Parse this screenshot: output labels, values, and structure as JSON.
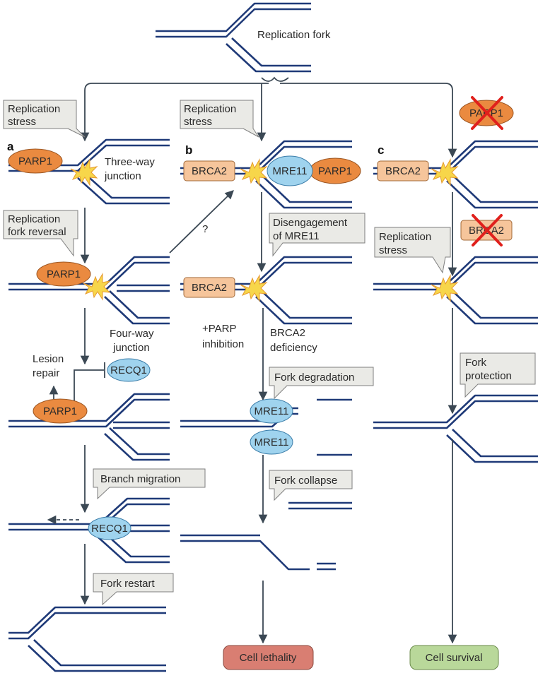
{
  "labels": {
    "replication_fork": "Replication fork",
    "replication_stress": [
      "Replication",
      "stress"
    ],
    "panel_a": "a",
    "panel_b": "b",
    "panel_c": "c",
    "three_way_junction": [
      "Three-way",
      "junction"
    ],
    "replication_fork_reversal": [
      "Replication",
      "fork reversal"
    ],
    "question_mark": "?",
    "four_way_junction": [
      "Four-way",
      "junction"
    ],
    "lesion_repair": [
      "Lesion",
      "repair"
    ],
    "branch_migration": "Branch migration",
    "fork_restart": "Fork restart",
    "disengagement_of_mre11": [
      "Disengagement",
      "of MRE11"
    ],
    "parp_inhibition": [
      "+PARP",
      "inhibition"
    ],
    "brca2_deficiency": [
      "BRCA2",
      "deficiency"
    ],
    "fork_degradation": "Fork degradation",
    "fork_collapse": "Fork collapse",
    "fork_protection": [
      "Fork",
      "protection"
    ],
    "cell_lethality": "Cell lethality",
    "cell_survival": "Cell survival"
  },
  "proteins": {
    "parp1": "PARP1",
    "brca2": "BRCA2",
    "mre11": "MRE11",
    "recq1": "RECQ1"
  },
  "colors": {
    "dna": "#1f3a78",
    "parp1": "#ea8a40",
    "brca2": "#f6c59b",
    "mre11": "#9fd3ee",
    "lesion_star": "#f7d64a",
    "cell_lethality": "#d97e72",
    "cell_survival": "#b9d89a",
    "inhibition_cross": "#e0201c",
    "callout": "#eaeae6"
  }
}
